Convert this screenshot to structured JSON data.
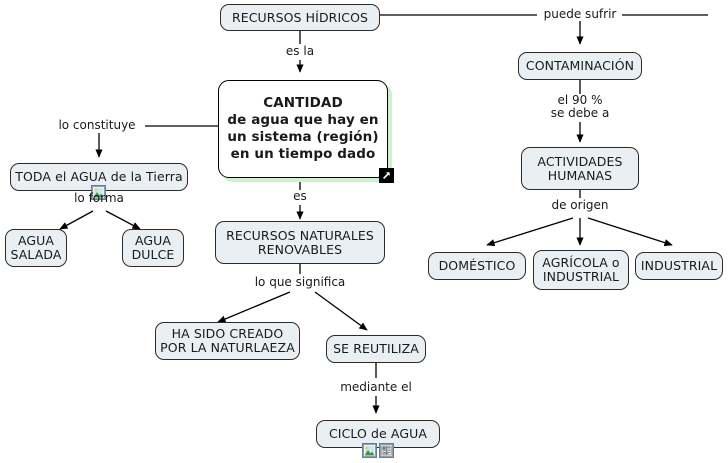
{
  "map": {
    "title": "RECURSOS HÍDRICOS concept map",
    "background_color": "#ffffff",
    "node_fill": "#e9eff2",
    "node_border": "#2b2b2b",
    "focus_node_fill": "#ffffff",
    "focus_shadow_color": "#ccf2cc",
    "text_color": "#1a1a1a"
  },
  "nodes": {
    "recursos_hidricos": {
      "label": "RECURSOS HÍDRICOS"
    },
    "cantidad": {
      "line1": "CANTIDAD",
      "line2": "de agua que hay en",
      "line3": "un sistema (región)",
      "line4": "en un tiempo dado",
      "text": "CANTIDAD\nde agua que hay en\nun sistema (región)\nen un tiempo dado"
    },
    "toda_el_agua": {
      "label": "TODA el AGUA de la Tierra"
    },
    "agua_salada": {
      "label": "AGUA\nSALADA"
    },
    "agua_dulce": {
      "label": "AGUA\nDULCE"
    },
    "recursos_renovables": {
      "label": "RECURSOS NATURALES\nRENOVABLES"
    },
    "ha_sido_creado": {
      "label": "HA SIDO CREADO\nPOR LA NATURLAEZA"
    },
    "se_reutiliza": {
      "label": "SE REUTILIZA"
    },
    "ciclo_de_agua": {
      "label": "CICLO de AGUA"
    },
    "contaminacion": {
      "label": "CONTAMINACIÓN"
    },
    "actividades_humanas": {
      "label": "ACTIVIDADES\nHUMANAS"
    },
    "domestico": {
      "label": "DOMÉSTICO"
    },
    "agricola_industrial": {
      "label": "AGRÍCOLA o\nINDUSTRIAL"
    },
    "industrial": {
      "label": "INDUSTRIAL"
    }
  },
  "edge_labels": {
    "es_la": "es la",
    "puede_sufrir": "puede sufrir",
    "lo_constituye": "lo constituye",
    "lo_forma": "lo forma",
    "es": "es",
    "lo_que_significa": "lo que significa",
    "mediante_el": "mediante el",
    "el_90_se_debe_a": "el 90 %\nse debe a",
    "de_origen": "de origen"
  },
  "icons": {
    "toda_el_agua_image": "image-resource-icon",
    "ciclo_image": "image-resource-icon",
    "ciclo_document": "document-resource-icon",
    "cantidad_expand": "expand-arrow-icon"
  }
}
